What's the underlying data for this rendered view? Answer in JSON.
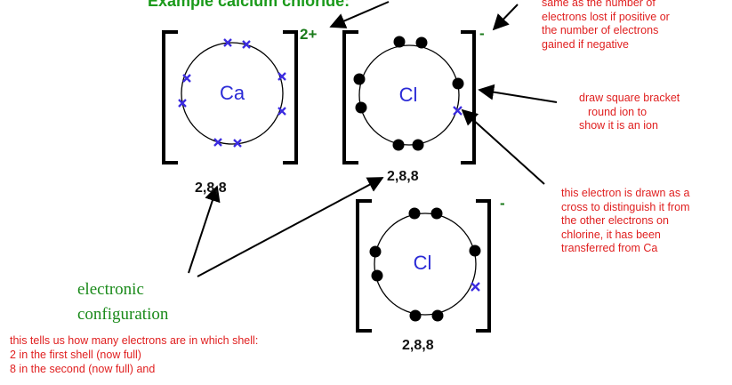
{
  "title": "Example calcium chloride:",
  "ions": [
    {
      "symbol": "Ca",
      "charge": "2+",
      "config": "2,8,8"
    },
    {
      "symbol": "Cl",
      "charge": "-",
      "config": "2,8,8"
    },
    {
      "symbol": "Cl",
      "charge": "-",
      "config": "2,8,8"
    }
  ],
  "notes": {
    "charge_note": [
      "same as the number of",
      "electrons lost if positive or",
      "the number of electrons",
      "gained if negative"
    ],
    "bracket_note": [
      "draw square bracket",
      "round ion to",
      "show it is an ion"
    ],
    "cross_note": [
      "this electron is drawn as a",
      "cross to distinguish it from",
      "the other electrons on",
      "chlorine, it has been",
      "transferred from Ca"
    ],
    "config_label": [
      "electronic",
      "configuration"
    ],
    "shell_note": [
      "this tells us how many electrons are in which shell:",
      "2 in the first shell (now full)",
      "8 in the second (now full) and"
    ]
  },
  "colors": {
    "title": "#1a9a1a",
    "charge": "#1a7a1a",
    "note": "#e02020",
    "cross": "#3b2be0",
    "element": "#2b2bd6",
    "label_green": "#1a8a1a"
  }
}
